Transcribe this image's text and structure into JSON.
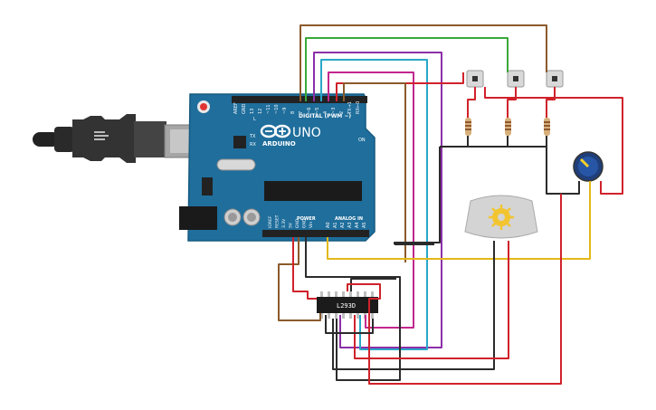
{
  "board": {
    "brand": "ARDUINO",
    "model": "UNO",
    "digital_label": "DIGITAL (PWM ~)",
    "power_label": "POWER",
    "analog_label": "ANALOG IN",
    "on_label": "ON",
    "tx_label": "TX",
    "rx_label": "RX",
    "l_label": "L",
    "top_pins": [
      "AREF",
      "GND",
      "13",
      "12",
      "~11",
      "~10",
      "~9",
      "8",
      "7",
      "~6",
      "~5",
      "4",
      "~3",
      "2",
      "TX→1",
      "RX←0"
    ],
    "power_pins": [
      "IOREF",
      "RESET",
      "3.3V",
      "5V",
      "GND",
      "GND",
      "Vin"
    ],
    "analog_pins": [
      "A0",
      "A1",
      "A2",
      "A3",
      "A4",
      "A5"
    ]
  },
  "chip": {
    "label": "L293D"
  },
  "colors": {
    "board": "#1f6e9c",
    "wire_red": "#d0222b",
    "wire_black": "#2b2b2b",
    "wire_brown": "#8b5a2b",
    "wire_green": "#3aa83a",
    "wire_purple": "#8b2fa8",
    "wire_cyan": "#2aa7c9",
    "wire_magenta": "#c2278e",
    "wire_yellow": "#e3b81a"
  }
}
